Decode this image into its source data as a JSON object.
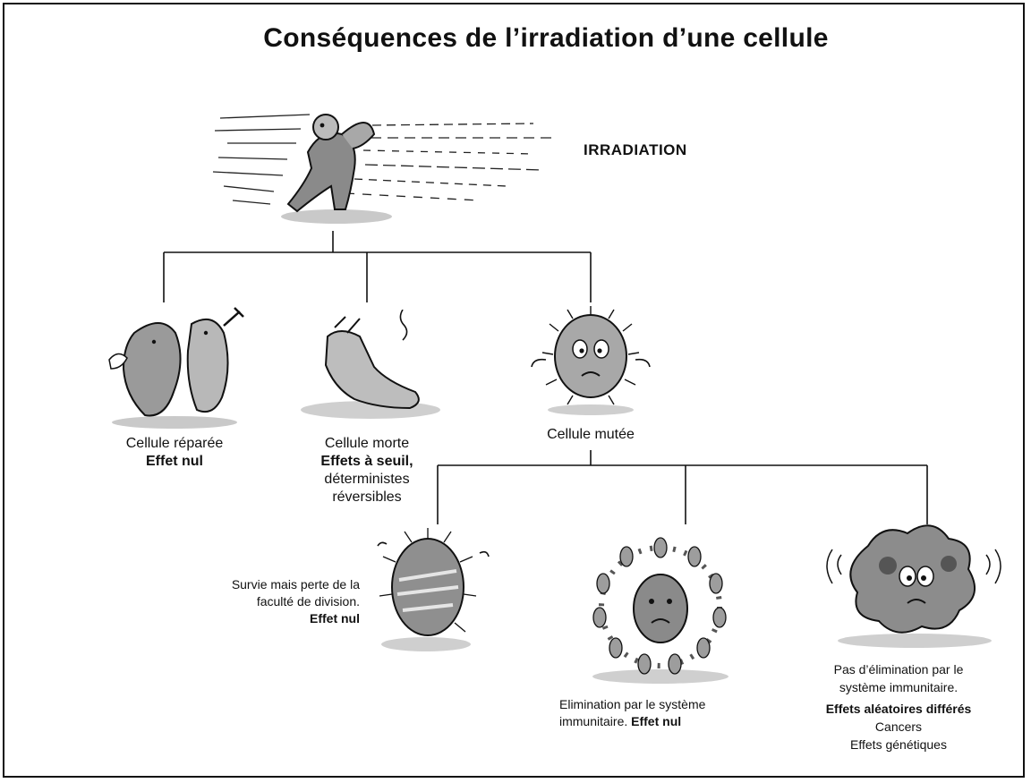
{
  "title": "Conséquences de l’irradiation d’une cellule",
  "irradiation": {
    "label": "IRRADIATION"
  },
  "branches": {
    "repaired": {
      "line1": "Cellule réparée",
      "bold": "Effet nul"
    },
    "dead": {
      "line1": "Cellule morte",
      "bold": "Effets à seuil,",
      "line3": "déterministes",
      "line4": "réversibles"
    },
    "mutated": {
      "line1": "Cellule mutée"
    }
  },
  "sub_branches": {
    "survival": {
      "line1": "Survie mais perte de la",
      "line2": "faculté de division.",
      "bold": "Effet nul"
    },
    "elimination": {
      "line1": "Elimination par le système",
      "line2": "immunitaire.",
      "bold": "Effet nul"
    },
    "no_elimination": {
      "line1": "Pas d’élimination par le",
      "line2": "système immunitaire.",
      "bold": "Effets aléatoires différés",
      "line4": "Cancers",
      "line5": "Effets génétiques"
    }
  },
  "colors": {
    "ink": "#111111",
    "shade": "#8a8a8a",
    "light": "#c9c9c9"
  }
}
